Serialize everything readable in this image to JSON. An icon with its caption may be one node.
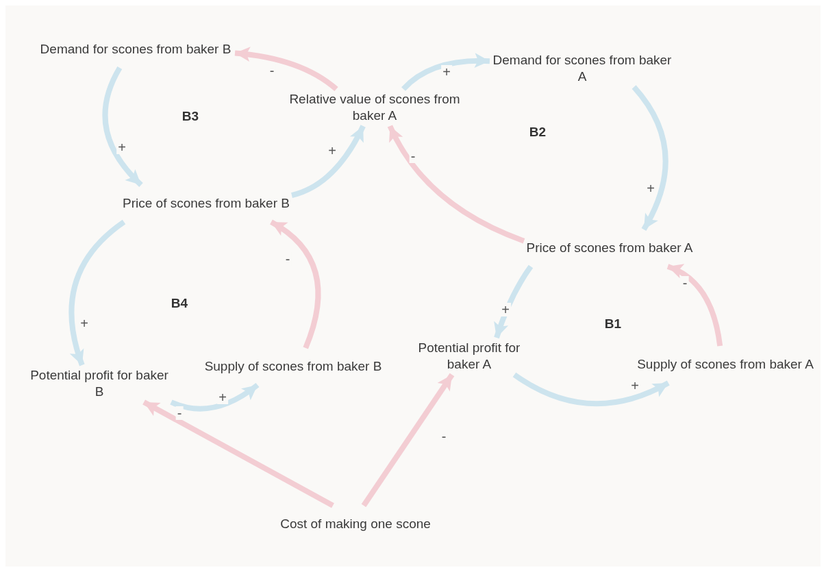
{
  "diagram": {
    "nodes": [
      {
        "text": [
          "Demand for scones from baker B"
        ]
      },
      {
        "text": [
          "Relative value of scones from baker A"
        ]
      },
      {
        "text": [
          "Demand for scones from baker A"
        ]
      },
      {
        "text": [
          "Price of scones from baker B"
        ]
      },
      {
        "text": [
          "Price of scones from baker A"
        ]
      },
      {
        "text": [
          "Potential profit for baker A"
        ]
      },
      {
        "text": [
          "Supply of scones from baker B"
        ]
      },
      {
        "text": [
          "Potential profit for baker B"
        ]
      },
      {
        "text": [
          "Supply of scones from baker A"
        ]
      },
      {
        "text": [
          "Cost of making one scone"
        ]
      }
    ],
    "edges": [
      {
        "from": 1,
        "to": 0,
        "arrow": "to",
        "label": "-",
        "color": "#f3cdd3"
      },
      {
        "from": 1,
        "to": 2,
        "arrow": "to",
        "label": "+"
      },
      {
        "from": 0,
        "to": 3,
        "arrow": "to",
        "label": "+"
      },
      {
        "from": 3,
        "to": 1,
        "arrow": "to",
        "label": "+"
      },
      {
        "from": 2,
        "to": 4,
        "arrow": "to",
        "label": "+"
      },
      {
        "from": 4,
        "to": 1,
        "arrow": "to",
        "label": "-",
        "color": "#f3cdd3"
      },
      {
        "from": 3,
        "to": 7,
        "arrow": "to",
        "label": "+"
      },
      {
        "from": 6,
        "to": 3,
        "arrow": "to",
        "label": "-",
        "color": "#f3cdd3"
      },
      {
        "from": 4,
        "to": 5,
        "arrow": "to",
        "label": "+"
      },
      {
        "from": 8,
        "to": 4,
        "arrow": "to",
        "label": "-",
        "color": "#f3cdd3"
      },
      {
        "from": 7,
        "to": 6,
        "arrow": "to",
        "label": "+"
      },
      {
        "from": 5,
        "to": 8,
        "arrow": "to",
        "label": "+"
      },
      {
        "from": 9,
        "to": 7,
        "arrow": "to",
        "label": "-",
        "color": "#f3cdd3"
      },
      {
        "from": 9,
        "to": 5,
        "arrow": "to",
        "label": "-",
        "color": "#f3cdd3"
      }
    ],
    "labels": [
      "B3",
      "B2",
      "B4",
      "B1"
    ]
  }
}
